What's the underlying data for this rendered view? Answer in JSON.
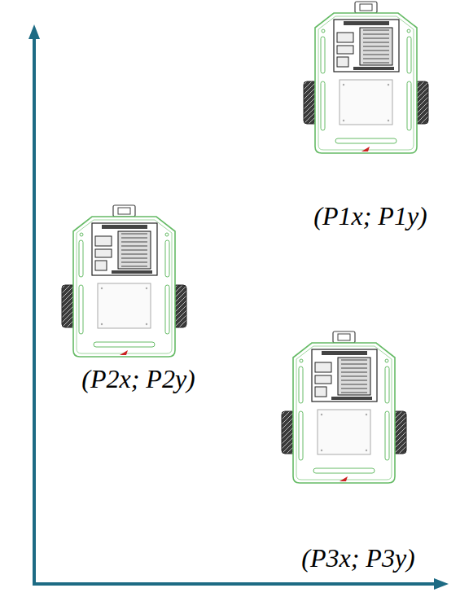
{
  "diagram": {
    "labels": [
      "(P1x; P1y)",
      "(P2x; P2y)",
      "(P3x; P3y)"
    ]
  }
}
